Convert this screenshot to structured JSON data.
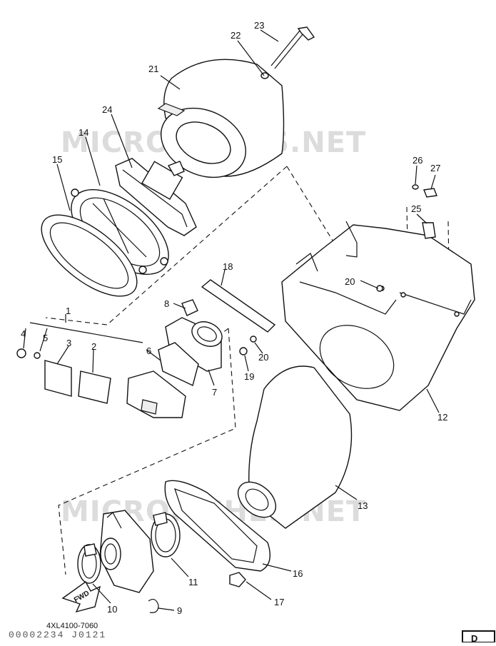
{
  "watermark": "MICROFICHES.NET",
  "part_code": "4XL4100-7060",
  "bottom_strip": "00002234 J0121",
  "fwd_label": "FWD",
  "corner_box_label": "D",
  "callouts": [
    "1",
    "2",
    "3",
    "4",
    "5",
    "6",
    "7",
    "8",
    "9",
    "10",
    "11",
    "12",
    "13",
    "14",
    "15",
    "16",
    "17",
    "18",
    "19",
    "20",
    "20",
    "21",
    "22",
    "23",
    "24",
    "25",
    "26",
    "27"
  ]
}
